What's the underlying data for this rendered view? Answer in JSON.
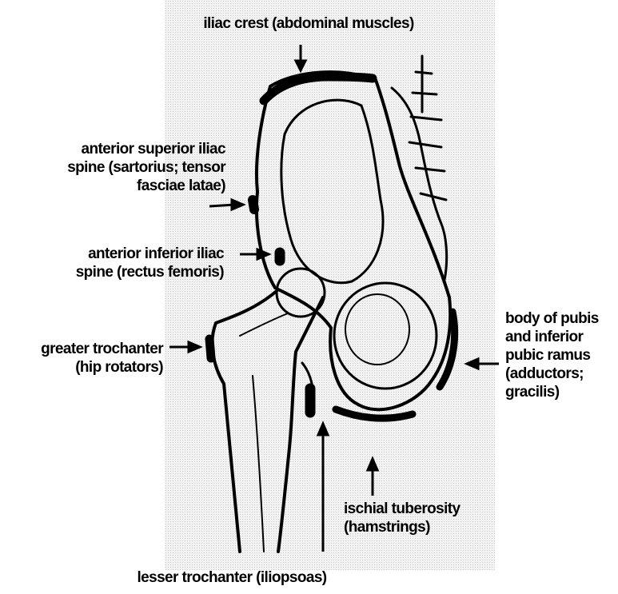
{
  "labels": {
    "iliac_crest": "iliac crest (abdominal muscles)",
    "asis": [
      "anterior superior iliac",
      "spine (sartorius; tensor",
      "fasciae latae)"
    ],
    "aiis": [
      "anterior inferior iliac",
      "spine (rectus femoris)"
    ],
    "greater_trochanter": [
      "greater trochanter",
      "(hip rotators)"
    ],
    "pubis": [
      "body of pubis",
      "and inferior",
      "pubic ramus",
      "(adductors;",
      "gracilis)"
    ],
    "ischial_tuberosity": [
      "ischial tuberosity",
      "(hamstrings)"
    ],
    "lesser_trochanter": "lesser trochanter (iliopsoas)"
  }
}
